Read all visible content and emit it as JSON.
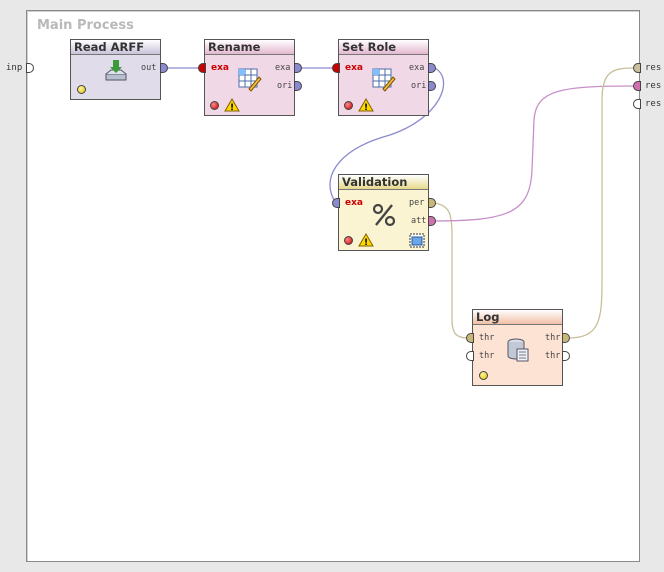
{
  "process": {
    "title": "Main Process"
  },
  "external": {
    "inputs": [
      {
        "label": "inp"
      }
    ],
    "outputs": [
      {
        "label": "res"
      },
      {
        "label": "res"
      },
      {
        "label": "res"
      }
    ]
  },
  "operators": {
    "read_arff": {
      "name": "Read ARFF",
      "out_ports": [
        "out"
      ]
    },
    "rename": {
      "name": "Rename",
      "in_ports": [
        "exa"
      ],
      "out_ports": [
        "exa",
        "ori"
      ]
    },
    "set_role": {
      "name": "Set Role",
      "in_ports": [
        "exa"
      ],
      "out_ports": [
        "exa",
        "ori"
      ]
    },
    "validation": {
      "name": "Validation",
      "in_ports": [
        "exa"
      ],
      "out_ports": [
        "per",
        "att"
      ]
    },
    "log": {
      "name": "Log",
      "in_ports": [
        "thr",
        "thr"
      ],
      "out_ports": [
        "thr",
        "thr"
      ]
    }
  },
  "colors": {
    "example_port": "#8a8ad0",
    "performance_port": "#c8b878",
    "attribute_port": "#d070b0",
    "wire_example": "#8a8ad0",
    "wire_perf": "#c8c09a",
    "wire_attr": "#c890c8"
  },
  "icons": {
    "read_arff": "import-database-icon",
    "rename": "table-edit-icon",
    "set_role": "table-edit-icon",
    "validation": "percent-icon",
    "log": "log-storage-icon",
    "warning": "warning-triangle-icon",
    "subprocess": "subprocess-icon"
  }
}
